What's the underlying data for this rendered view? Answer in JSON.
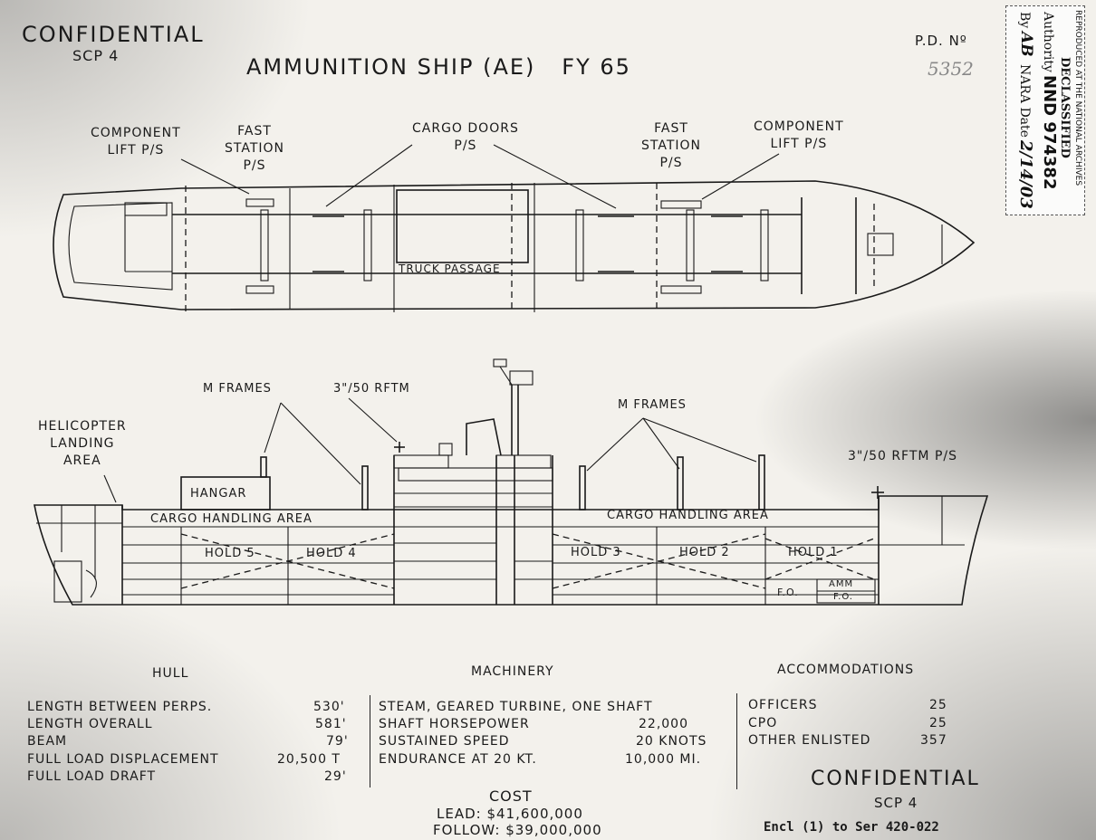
{
  "header": {
    "classification_top": "CONFIDENTIAL",
    "scp_top": "SCP 4",
    "title": "AMMUNITION SHIP (AE)   FY 65",
    "pd_no": "P.D. Nº",
    "pd_number": "5352"
  },
  "stamp": {
    "line1": "REPRODUCED AT THE NATIONAL ARCHIVES",
    "line2": "DECLASSIFIED",
    "authority_label": "Authority",
    "authority_value": "NND 974382",
    "by_label": "By",
    "by_value": "AB",
    "date_label": "NARA Date",
    "date_value": "2/14/03"
  },
  "plan_view": {
    "component_lift_left": "COMPONENT\nLIFT P/S",
    "fast_station_left": "FAST\nSTATION\nP/S",
    "cargo_doors": "CARGO DOORS\nP/S",
    "fast_station_right": "FAST\nSTATION\nP/S",
    "component_lift_right": "COMPONENT\nLIFT P/S",
    "truck_passage": "TRUCK PASSAGE"
  },
  "profile_view": {
    "helicopter_area": "HELICOPTER\nLANDING\nAREA",
    "m_frames_left": "M FRAMES",
    "rftm_left": "3\"/50 RFTM",
    "m_frames_right": "M FRAMES",
    "rftm_right": "3\"/50 RFTM P/S",
    "hangar": "HANGAR",
    "cargo_area_aft": "CARGO HANDLING AREA",
    "cargo_area_fwd": "CARGO HANDLING AREA",
    "holds": [
      "HOLD 5",
      "HOLD 4",
      "HOLD 3",
      "HOLD 2",
      "HOLD 1"
    ],
    "fo": "F.O.",
    "amm": "AMM",
    "amm_fo": "F.O."
  },
  "hull": {
    "heading": "HULL",
    "rows": [
      {
        "label": "LENGTH BETWEEN PERPS.",
        "value": "530'"
      },
      {
        "label": "LENGTH OVERALL",
        "value": "581'"
      },
      {
        "label": "BEAM",
        "value": "79'"
      },
      {
        "label": "FULL LOAD DISPLACEMENT",
        "value": "20,500 T"
      },
      {
        "label": "FULL LOAD DRAFT",
        "value": "29'"
      }
    ]
  },
  "machinery": {
    "heading": "MACHINERY",
    "rows": [
      {
        "label": "STEAM, GEARED TURBINE, ONE SHAFT",
        "value": ""
      },
      {
        "label": "SHAFT HORSEPOWER",
        "value": "22,000"
      },
      {
        "label": "SUSTAINED SPEED",
        "value": "20 KNOTS"
      },
      {
        "label": "ENDURANCE AT 20 KT.",
        "value": "10,000 MI."
      }
    ]
  },
  "accommodations": {
    "heading": "ACCOMMODATIONS",
    "rows": [
      {
        "label": "OFFICERS",
        "value": "25"
      },
      {
        "label": "CPO",
        "value": "25"
      },
      {
        "label": "OTHER ENLISTED",
        "value": "357"
      }
    ]
  },
  "cost": {
    "heading": "COST",
    "lead": "LEAD: $41,600,000",
    "follow": "FOLLOW: $39,000,000"
  },
  "footer": {
    "classification_bottom": "CONFIDENTIAL",
    "scp_bottom": "SCP 4",
    "enclosure": "Encl (1) to Ser 420-022"
  }
}
